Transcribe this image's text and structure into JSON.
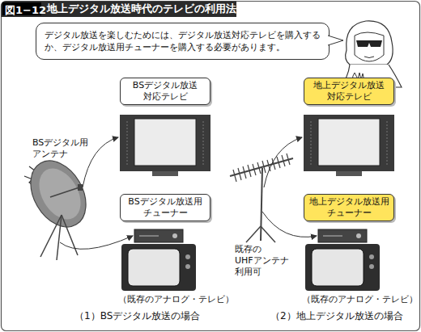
{
  "diagram": {
    "title": "地上デジタル放送時代のテレビの利用法",
    "nodes": [
      {
        "text": [
          "デジタル放送を楽しむためには、デジタル放送対応テレビを購入するか、デジタル放送用チューナーを購入する必要があります。"
        ]
      },
      {
        "text": [
          "BSデジタル放送 対応テレビ"
        ]
      },
      {
        "text": [
          "地上デジタル放送 対応テレビ"
        ]
      },
      {
        "text": [
          "BSデジタル放送用 チューナー"
        ]
      },
      {
        "text": [
          "地上デジタル放送用 チューナー"
        ]
      }
    ],
    "labels": [
      "図1−12",
      "BSデジタル用 アンテナ",
      "既存の UHFアンテナ 利用可",
      "（既存のアナログ・テレビ）",
      "（既存のアナログ・テレビ）",
      "（1）BSデジタル放送の場合",
      "（2）地上デジタル放送の場合"
    ]
  }
}
